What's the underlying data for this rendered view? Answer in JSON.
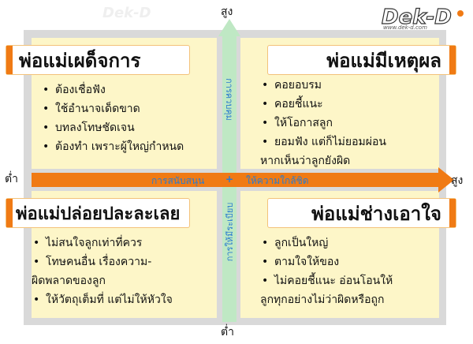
{
  "axis": {
    "top": "สูง",
    "bottom": "ต่ำ",
    "left": "ต่ำ",
    "right": "สูง",
    "horizontal_left": "การสนับสนุน",
    "horizontal_plus": "+",
    "horizontal_right": "ให้ความใกล้ชิด",
    "vertical_top": "การควบคุม",
    "vertical_bottom": "การให้มีระเบียบ"
  },
  "logo": {
    "text": "Dek-D",
    "url": "www.dek-d.com"
  },
  "quadrants": {
    "top_left": {
      "title": "พ่อแม่เผด็จการ",
      "items": [
        "ต้องเชื่อฟัง",
        "ใช้อำนาจเด็ดขาด",
        "บทลงโทษชัดเจน",
        "ต้องทำ เพราะผู้ใหญ่กำหนด"
      ]
    },
    "top_right": {
      "title": "พ่อแม่มีเหตุผล",
      "items": [
        "คอยอบรม",
        "คอยชี้แนะ",
        "ให้โอกาสลูก",
        "ยอมฟัง แต่ก็ไม่ยอมผ่อน"
      ],
      "item4_cont": "หากเห็นว่าลูกยังผิด"
    },
    "bottom_left": {
      "title": "พ่อแม่ปล่อยปละละเลย",
      "items": [
        "ไม่สนใจลูกเท่าที่ควร",
        "โทษคนอื่น เรื่องความ-",
        "ให้วัตถุเต็มที่ แต่ไม่ให้หัวใจ"
      ],
      "item2_cont": "ผิดพลาดของลูก"
    },
    "bottom_right": {
      "title": "พ่อแม่ช่างเอาใจ",
      "items": [
        "ลูกเป็นใหญ่",
        "ตามใจให้ของ",
        "ไม่คอยชี้แนะ อ่อนโอนให้"
      ],
      "item3_cont": "ลูกทุกอย่างไม่ว่าผิดหรือถูก"
    }
  },
  "colors": {
    "accent": "#f07a14",
    "quadrant_bg": "#fdf6c8",
    "vertical_axis": "#bfe8c4",
    "axis_text": "#2a7bd0"
  }
}
